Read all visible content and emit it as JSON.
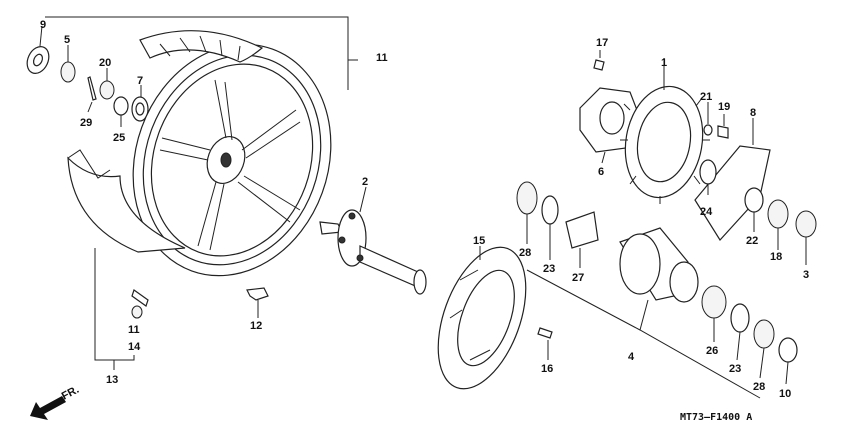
{
  "diagram": {
    "title_code": "MT73–F1400 A",
    "direction_label": "FR.",
    "callouts": [
      {
        "id": "c9",
        "text": "9"
      },
      {
        "id": "c5",
        "text": "5"
      },
      {
        "id": "c20",
        "text": "20"
      },
      {
        "id": "c7",
        "text": "7"
      },
      {
        "id": "c29",
        "text": "29"
      },
      {
        "id": "c25",
        "text": "25"
      },
      {
        "id": "c11a",
        "text": "11"
      },
      {
        "id": "c17",
        "text": "17"
      },
      {
        "id": "c1",
        "text": "1"
      },
      {
        "id": "c21",
        "text": "21"
      },
      {
        "id": "c19",
        "text": "19"
      },
      {
        "id": "c8",
        "text": "8"
      },
      {
        "id": "c6",
        "text": "6"
      },
      {
        "id": "c2",
        "text": "2"
      },
      {
        "id": "c24",
        "text": "24"
      },
      {
        "id": "c22",
        "text": "22"
      },
      {
        "id": "c18",
        "text": "18"
      },
      {
        "id": "c3",
        "text": "3"
      },
      {
        "id": "c15",
        "text": "15"
      },
      {
        "id": "c28a",
        "text": "28"
      },
      {
        "id": "c23a",
        "text": "23"
      },
      {
        "id": "c27",
        "text": "27"
      },
      {
        "id": "c11b",
        "text": "11"
      },
      {
        "id": "c14",
        "text": "14"
      },
      {
        "id": "c12",
        "text": "12"
      },
      {
        "id": "c13",
        "text": "13"
      },
      {
        "id": "c16",
        "text": "16"
      },
      {
        "id": "c4",
        "text": "4"
      },
      {
        "id": "c26",
        "text": "26"
      },
      {
        "id": "c23b",
        "text": "23"
      },
      {
        "id": "c28b",
        "text": "28"
      },
      {
        "id": "c10",
        "text": "10"
      }
    ]
  }
}
